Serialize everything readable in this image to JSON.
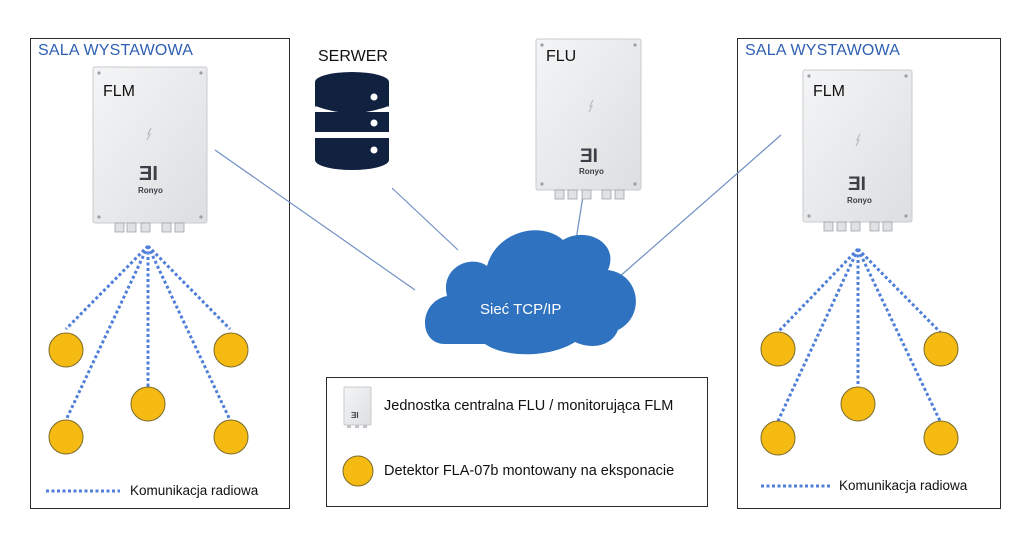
{
  "left_room": {
    "title": "SALA WYSTAWOWA",
    "device_label": "FLM",
    "device_brand": "Ronyo",
    "legend_label": "Komunikacja radiowa"
  },
  "right_room": {
    "title": "SALA WYSTAWOWA",
    "device_label": "FLM",
    "device_brand": "Ronyo",
    "legend_label": "Komunikacja radiowa"
  },
  "server": {
    "label": "SERWER"
  },
  "flu": {
    "label": "FLU",
    "device_brand": "Ronyo"
  },
  "network": {
    "label": "Sieć TCP/IP"
  },
  "legend": {
    "central_unit": "Jednostka centralna FLU / monitorująca FLM",
    "detector": "Detektor FLA-07b montowany na eksponacie"
  },
  "colors": {
    "room_title": "#2e5fb3",
    "cloud": "#2f72c0",
    "detector_fill": "#f6bb12",
    "detector_stroke": "#7a6a2a",
    "radio_link": "#4f7fd8",
    "connection_line": "#6f8fc4",
    "server": "#10223f"
  }
}
